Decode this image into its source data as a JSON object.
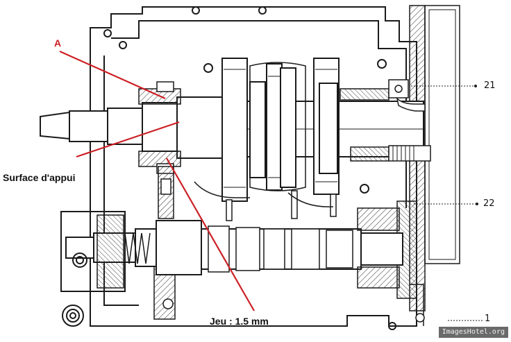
{
  "labels": {
    "a": "A",
    "surface": "Surface d'appui",
    "jeu": "Jeu : 1.5 mm"
  },
  "refs": {
    "r21": "21",
    "r22": "22",
    "r1": "1"
  },
  "watermark": "ImagesHotel.org",
  "colors": {
    "annotation": "#cc1f24",
    "ink": "#1a1a1a",
    "hatch": "#555555"
  }
}
